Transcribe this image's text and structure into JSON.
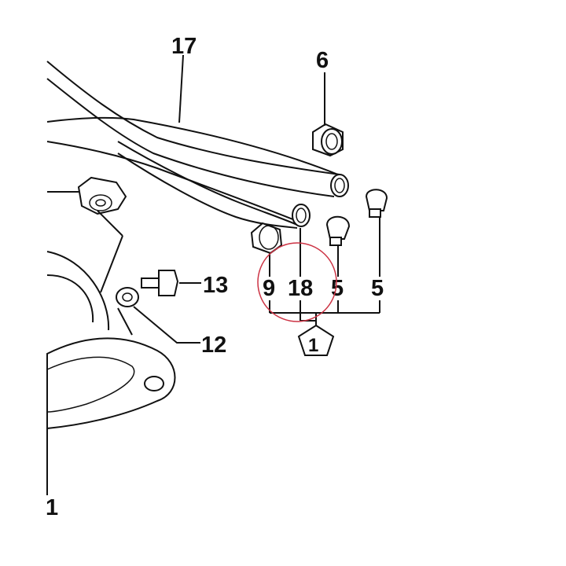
{
  "colors": {
    "ink": "#111111",
    "highlight_circle": "#cc3344"
  },
  "callouts": {
    "top_partial": "17",
    "sleeve_top": "6",
    "sleeve_9": "9",
    "hose_18": "18",
    "clamp_5a": "5",
    "clamp_5b": "5",
    "bolt": "13",
    "washer": "12",
    "flange": "1",
    "kit_symbol": "1"
  }
}
